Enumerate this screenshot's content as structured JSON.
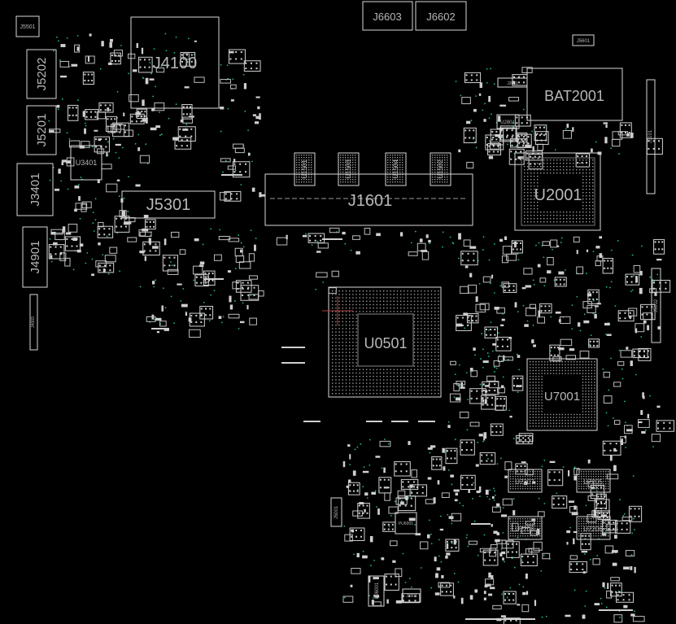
{
  "viewer": {
    "background": "#000000",
    "outline_color": "#d8d8d8",
    "label_color": "#b8b8b8",
    "via_color": "#1fb79a",
    "crosshair_color": "#b04040"
  },
  "components": {
    "J5501": "J5501",
    "J4100": "J4100",
    "J5202": "J5202",
    "J5201": "J5201",
    "U3401": "U3401",
    "J3401": "J3401",
    "J5301": "J5301",
    "J4901": "J4901",
    "J6603": "J6603",
    "J6602": "J6602",
    "J5601": "J5601",
    "BAT2001": "BAT2001",
    "J2001": "J2001",
    "U2801": "U2801",
    "J1601": "J1601",
    "U1501": "U1501",
    "U1503": "U1503",
    "U1504": "U1504",
    "U1502": "U1502",
    "U2001": "U2001",
    "U0501": "U0501",
    "U7001": "U7001",
    "J5101": "J5101",
    "J5102": "J5102",
    "U7207": "U7207",
    "U7205": "U7205",
    "U7208": "U7208",
    "U7206": "U7206",
    "J5001": "J5001",
    "PU6001": "PU6001",
    "PJ6001": "PJ6001",
    "J3901": "J3901",
    "J4003": "J4003"
  }
}
